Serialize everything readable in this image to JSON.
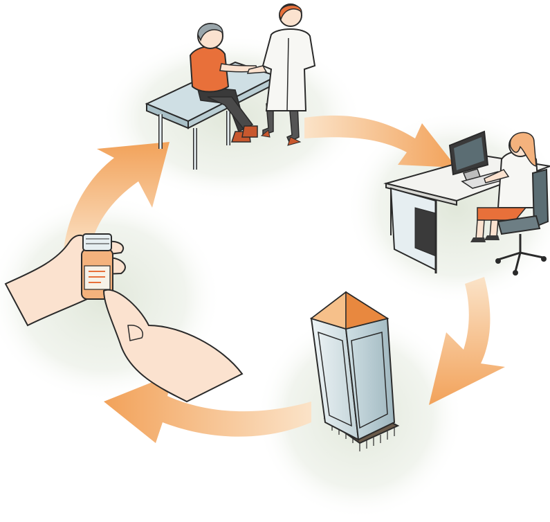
{
  "colors": {
    "background": "#ffffff",
    "arrow_light": "#fbe3c8",
    "arrow_dark": "#f2a25a",
    "accent_orange": "#e8703a",
    "skin": "#fbe2cf",
    "outline": "#2a2a2a",
    "steel_light": "#e6eef1",
    "steel_mid": "#b9cdd3",
    "shadow_green": "#dfe6d8",
    "coat_white": "#f7f7f4"
  },
  "stages": [
    {
      "id": "doctor-visit",
      "icons": [
        "patient-icon",
        "doctor-icon",
        "exam-table-icon"
      ]
    },
    {
      "id": "data-entry",
      "icons": [
        "desk-icon",
        "computer-monitor-icon",
        "clerk-icon",
        "office-chair-icon"
      ]
    },
    {
      "id": "data-repository",
      "icons": [
        "database-tower-icon"
      ]
    },
    {
      "id": "prescription",
      "icons": [
        "hand-icon",
        "pill-bottle-icon"
      ]
    }
  ],
  "cycle_arrows": [
    "arrow-to-data-entry",
    "arrow-to-repository",
    "arrow-to-prescription",
    "arrow-to-doctor-visit"
  ]
}
